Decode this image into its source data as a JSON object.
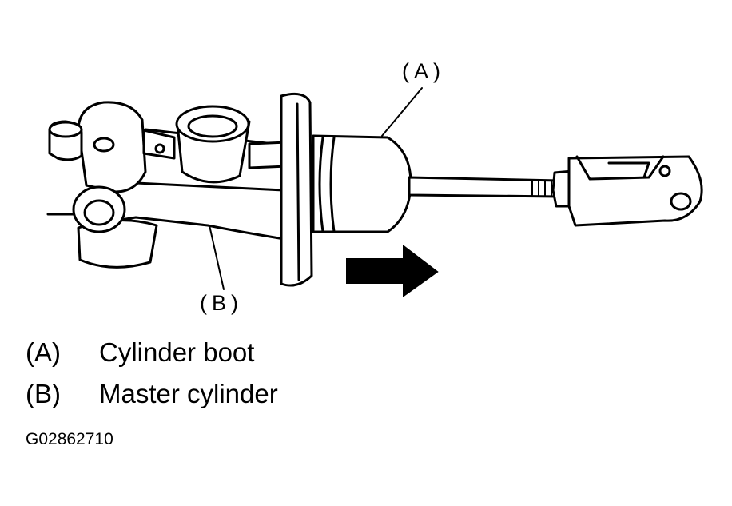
{
  "callouts": {
    "a": "(A)",
    "b": "(B)"
  },
  "legend": [
    {
      "key": "(A)",
      "label": "Cylinder boot"
    },
    {
      "key": "(B)",
      "label": "Master cylinder"
    }
  ],
  "figure_code": "G02862710",
  "figure": {
    "subject": "clutch master cylinder with cylinder boot and pushrod clevis",
    "arrow_direction": "right"
  },
  "colors": {
    "ink": "#000000",
    "paper": "#ffffff"
  }
}
